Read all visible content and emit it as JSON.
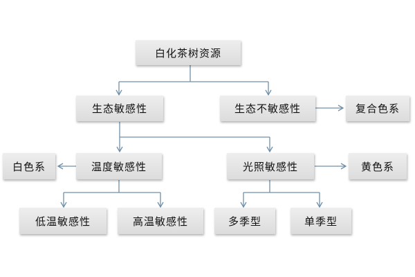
{
  "nodes": {
    "root": "白化茶树资源",
    "sensitive": "生态敏感性",
    "insensitive": "生态不敏感性",
    "compound_color": "复合色系",
    "temperature": "温度敏感性",
    "light": "光照敏感性",
    "white_series": "白色系",
    "yellow_series": "黄色系",
    "low_temp": "低温敏感性",
    "high_temp": "高温敏感性",
    "multi_season": "多季型",
    "single_season": "单季型"
  },
  "colors": {
    "connector": "#6f8fa8",
    "box_top": "#eeeeee",
    "box_bottom": "#dcdcdc",
    "text": "#111111"
  }
}
